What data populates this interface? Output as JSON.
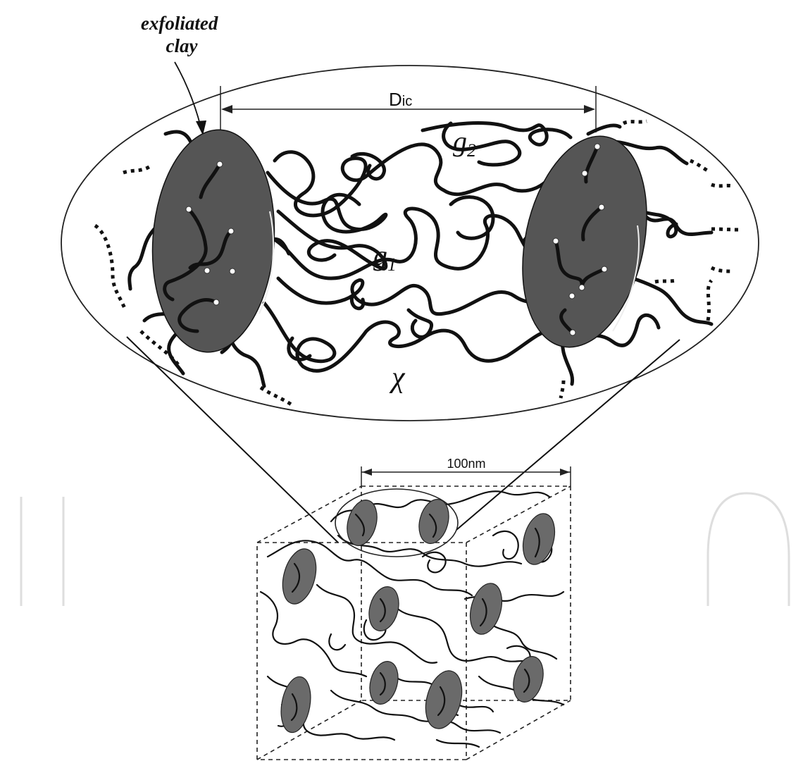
{
  "diagram": {
    "labels": {
      "exfoliated_line1": "exfoliated",
      "exfoliated_line2": "clay",
      "interclay_distance_main": "D",
      "interclay_distance_sub": "ic",
      "g2_main": "g",
      "g2_sub": "2",
      "g1_main": "g",
      "g1_sub": "1",
      "chi": "χ",
      "scale": "100nm"
    },
    "colors": {
      "clay_fill": "#555555",
      "line": "#111111",
      "background": "#ffffff"
    }
  }
}
